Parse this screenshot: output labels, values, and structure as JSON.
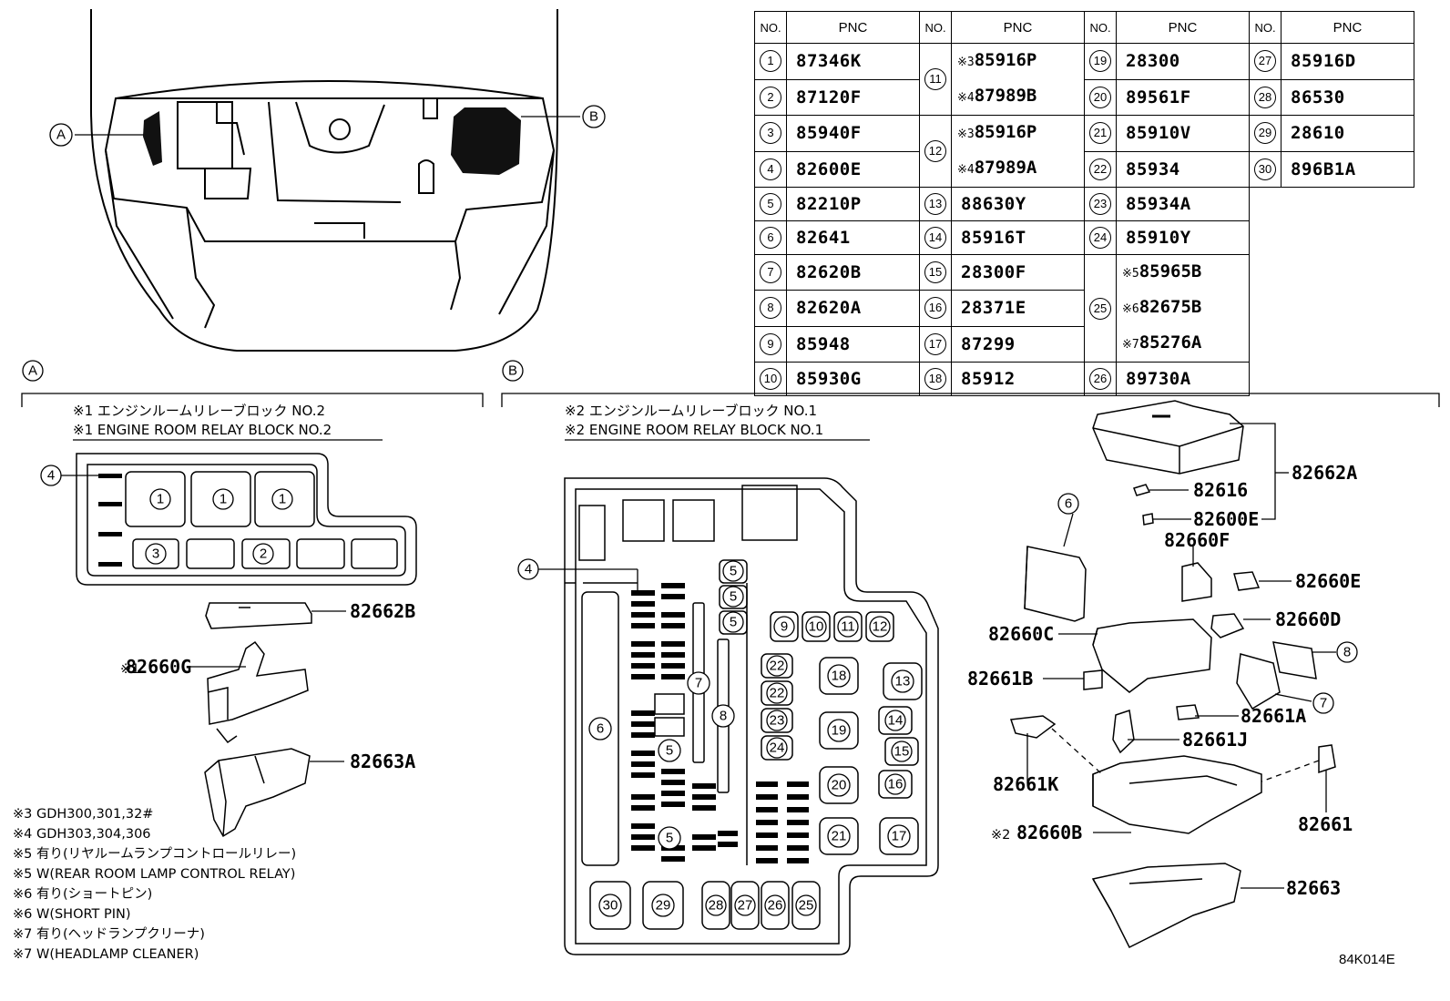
{
  "table": {
    "headers": [
      "NO.",
      "PNC",
      "NO.",
      "PNC",
      "NO.",
      "PNC",
      "NO.",
      "PNC"
    ],
    "c1": [
      {
        "no": "1",
        "pnc": "87346K"
      },
      {
        "no": "2",
        "pnc": "87120F"
      },
      {
        "no": "3",
        "pnc": "85940F"
      },
      {
        "no": "4",
        "pnc": "82600E"
      },
      {
        "no": "5",
        "pnc": "82210P"
      },
      {
        "no": "6",
        "pnc": "82641"
      },
      {
        "no": "7",
        "pnc": "82620B"
      },
      {
        "no": "8",
        "pnc": "82620A"
      },
      {
        "no": "9",
        "pnc": "85948"
      },
      {
        "no": "10",
        "pnc": "85930G"
      }
    ],
    "c2_11": {
      "no": "11",
      "a_sym": "※3",
      "a_pnc": "85916P",
      "b_sym": "※4",
      "b_pnc": "87989B"
    },
    "c2_12": {
      "no": "12",
      "a_sym": "※3",
      "a_pnc": "85916P",
      "b_sym": "※4",
      "b_pnc": "87989A"
    },
    "c2": [
      {
        "no": "13",
        "pnc": "88630Y"
      },
      {
        "no": "14",
        "pnc": "85916T"
      },
      {
        "no": "15",
        "pnc": "28300F"
      },
      {
        "no": "16",
        "pnc": "28371E"
      },
      {
        "no": "17",
        "pnc": "87299"
      },
      {
        "no": "18",
        "pnc": "85912"
      }
    ],
    "c3": [
      {
        "no": "19",
        "pnc": "28300"
      },
      {
        "no": "20",
        "pnc": "89561F"
      },
      {
        "no": "21",
        "pnc": "85910V"
      },
      {
        "no": "22",
        "pnc": "85934"
      },
      {
        "no": "23",
        "pnc": "85934A"
      },
      {
        "no": "24",
        "pnc": "85910Y"
      }
    ],
    "c3_25": {
      "no": "25",
      "a_sym": "※5",
      "a_pnc": "85965B",
      "b_sym": "※6",
      "b_pnc": "82675B",
      "c_sym": "※7",
      "c_pnc": "85276A"
    },
    "c3_26": {
      "no": "26",
      "pnc": "89730A"
    },
    "c4": [
      {
        "no": "27",
        "pnc": "85916D"
      },
      {
        "no": "28",
        "pnc": "86530"
      },
      {
        "no": "29",
        "pnc": "28610"
      },
      {
        "no": "30",
        "pnc": "896B1A"
      }
    ]
  },
  "overview": {
    "label_a": "A",
    "label_b": "B"
  },
  "section_a": {
    "marker": "A",
    "caption_jp": "※1 エンジンルームリレーブロック NO.2",
    "caption_en": "※1 ENGINE ROOM RELAY BLOCK NO.2",
    "n4": "4",
    "n1": "1",
    "n2": "2",
    "n3": "3",
    "p_82662B": "82662B",
    "p_82660G_sym": "※1",
    "p_82660G": "82660G",
    "p_82663A": "82663A"
  },
  "notes": [
    "※3 GDH300,301,32#",
    "※4 GDH303,304,306",
    "※5 有り(リヤルームランプコントロールリレー)",
    "※5 W(REAR ROOM LAMP CONTROL RELAY)",
    "※6 有り(ショートピン)",
    "※6 W(SHORT PIN)",
    "※7 有り(ヘッドランプクリーナ)",
    "※7 W(HEADLAMP CLEANER)"
  ],
  "section_b": {
    "marker": "B",
    "caption_jp": "※2 エンジンルームリレーブロック NO.1",
    "caption_en": "※2 ENGINE ROOM RELAY BLOCK NO.1",
    "slots": [
      "4",
      "5",
      "5",
      "5",
      "9",
      "10",
      "11",
      "12",
      "22",
      "22",
      "23",
      "24",
      "18",
      "13",
      "19",
      "14",
      "15",
      "20",
      "16",
      "21",
      "17",
      "6",
      "7",
      "8",
      "5",
      "5",
      "30",
      "29",
      "28",
      "27",
      "26",
      "25"
    ],
    "parts": {
      "p82662A": "82662A",
      "p82616": "82616",
      "p82600E": "82600E",
      "p82660F": "82660F",
      "p82660E": "82660E",
      "p82660D": "82660D",
      "p82660C": "82660C",
      "p82661B": "82661B",
      "p82661A": "82661A",
      "p82661J": "82661J",
      "p82661K": "82661K",
      "p82660B_sym": "※2",
      "p82660B": "82660B",
      "p82661": "82661",
      "p82663": "82663",
      "n6": "6",
      "n8": "8",
      "n7": "7"
    }
  },
  "figure_code": "84K014E"
}
